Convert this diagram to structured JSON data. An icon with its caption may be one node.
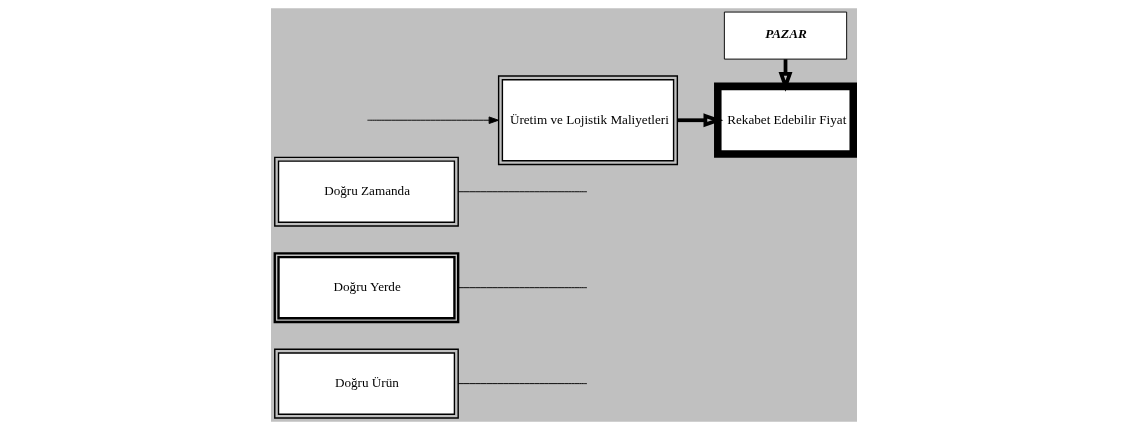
{
  "diagram": {
    "nodes": [
      {
        "text": [
          "Doğru Ürün"
        ]
      },
      {
        "text": [
          "Doğru Yerde"
        ]
      },
      {
        "text": [
          "Doğru Zamanda"
        ]
      },
      {
        "text": [
          "Üretim ve Lojistik Maliyetleri"
        ]
      },
      {
        "text": [
          "Rekabet Edebilir Fiyat"
        ]
      },
      {
        "text": [
          "PAZAR"
        ]
      }
    ],
    "edges": [
      {
        "from": 0,
        "to": null,
        "arrow": "none"
      },
      {
        "from": 1,
        "to": null,
        "arrow": "none"
      },
      {
        "from": 2,
        "to": null,
        "arrow": "none"
      },
      {
        "from": null,
        "to": 3,
        "arrow": "to"
      },
      {
        "from": 3,
        "to": 4,
        "arrow": "to",
        "style": "thick"
      },
      {
        "from": 5,
        "to": 4,
        "arrow": "to",
        "style": "thick"
      }
    ]
  }
}
